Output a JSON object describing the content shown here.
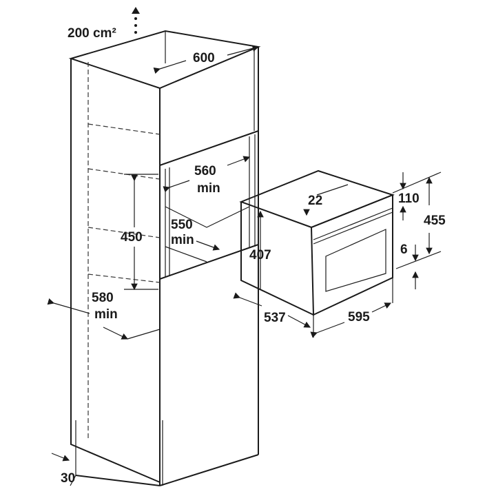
{
  "labels": {
    "ventilation": "200 cm²",
    "width_600": "600",
    "niche_560": "560",
    "niche_560_min": "min",
    "niche_550": "550",
    "niche_550_min": "min",
    "niche_450": "450",
    "depth_580": "580",
    "depth_580_min": "min",
    "plinth_30": "30",
    "oven_22": "22",
    "oven_110": "110",
    "oven_455": "455",
    "oven_407": "407",
    "oven_6": "6",
    "oven_537": "537",
    "oven_595": "595"
  }
}
